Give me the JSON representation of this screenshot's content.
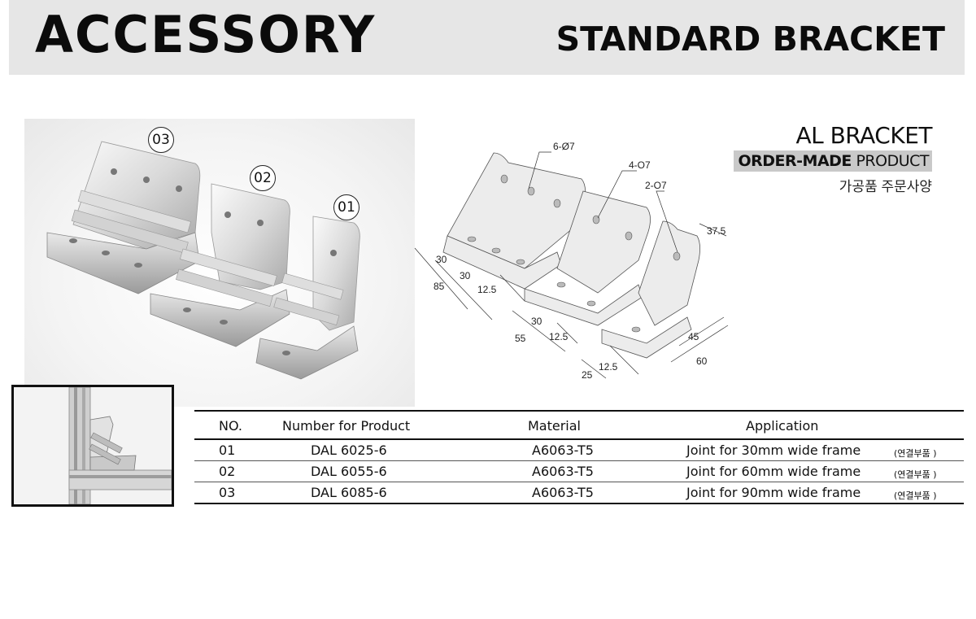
{
  "header": {
    "title": "ACCESSORY",
    "subtitle": "STANDARD BRACKET"
  },
  "product_photo": {
    "labels": [
      "03",
      "02",
      "01"
    ]
  },
  "drawing": {
    "callouts": [
      "6-Ø7",
      "4-O7",
      "2-O7"
    ],
    "dimensions": [
      "37.5",
      "30",
      "30",
      "85",
      "12.5",
      "30",
      "55",
      "12.5",
      "45",
      "60",
      "12.5",
      "25"
    ]
  },
  "al_bracket": {
    "title": "AL BRACKET",
    "badge_bold": "ORDER-MADE",
    "badge_rest": " PRODUCT",
    "korean": "가공품 주문사양"
  },
  "table": {
    "headers": {
      "no": "NO.",
      "number": "Number for Product",
      "material": "Material",
      "application": "Application"
    },
    "rows": [
      {
        "no": "01",
        "number": "DAL 6025-6",
        "material": "A6063-T5",
        "application": "Joint for 30mm wide frame",
        "note": "(연결부품 )"
      },
      {
        "no": "02",
        "number": "DAL 6055-6",
        "material": "A6063-T5",
        "application": "Joint for 60mm wide frame",
        "note": "(연결부품 )"
      },
      {
        "no": "03",
        "number": "DAL 6085-6",
        "material": "A6063-T5",
        "application": "Joint for 90mm wide frame",
        "note": "(연결부품 )"
      }
    ]
  }
}
